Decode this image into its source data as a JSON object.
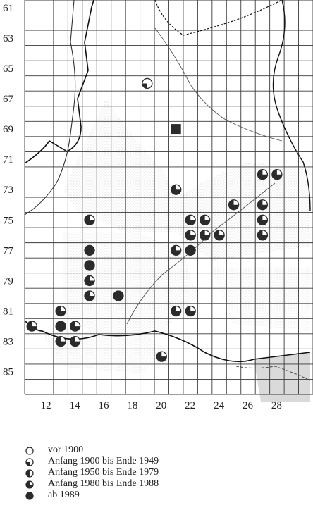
{
  "map": {
    "row_labels": [
      "61",
      "63",
      "65",
      "67",
      "69",
      "71",
      "73",
      "75",
      "77",
      "79",
      "81",
      "83",
      "85"
    ],
    "col_labels": [
      "12",
      "14",
      "16",
      "18",
      "20",
      "22",
      "24",
      "26",
      "28"
    ],
    "colors": {
      "grid": "#3a3a3a",
      "border": "#111111",
      "river": "#555555",
      "dot": "#2b2b2b",
      "stipple": "#c8c8c8"
    },
    "records": [
      {
        "col": 19,
        "row": 65,
        "period": "1900-1949"
      },
      {
        "col": 21,
        "row": 68,
        "period": "square"
      },
      {
        "col": 27,
        "row": 71,
        "period": "1980-1988"
      },
      {
        "col": 28,
        "row": 71,
        "period": "1980-1988"
      },
      {
        "col": 21,
        "row": 72,
        "period": "1980-1988"
      },
      {
        "col": 22,
        "row": 74,
        "period": "1980-1988"
      },
      {
        "col": 23,
        "row": 74,
        "period": "1980-1988"
      },
      {
        "col": 25,
        "row": 73,
        "period": "1980-1988"
      },
      {
        "col": 27,
        "row": 73,
        "period": "1980-1988"
      },
      {
        "col": 27,
        "row": 74,
        "period": "1980-1988"
      },
      {
        "col": 22,
        "row": 75,
        "period": "1980-1988"
      },
      {
        "col": 23,
        "row": 75,
        "period": "1980-1988"
      },
      {
        "col": 24,
        "row": 75,
        "period": "1980-1988"
      },
      {
        "col": 27,
        "row": 75,
        "period": "1980-1988"
      },
      {
        "col": 15,
        "row": 74,
        "period": "1980-1988"
      },
      {
        "col": 21,
        "row": 76,
        "period": "1980-1988"
      },
      {
        "col": 22,
        "row": 76,
        "period": "ab1989"
      },
      {
        "col": 15,
        "row": 76,
        "period": "ab1989"
      },
      {
        "col": 15,
        "row": 77,
        "period": "ab1989"
      },
      {
        "col": 15,
        "row": 78,
        "period": "1980-1988"
      },
      {
        "col": 15,
        "row": 79,
        "period": "1980-1988"
      },
      {
        "col": 17,
        "row": 79,
        "period": "ab1989"
      },
      {
        "col": 21,
        "row": 80,
        "period": "1980-1988"
      },
      {
        "col": 22,
        "row": 80,
        "period": "1980-1988"
      },
      {
        "col": 13,
        "row": 80,
        "period": "1980-1988"
      },
      {
        "col": 13,
        "row": 81,
        "period": "ab1989"
      },
      {
        "col": 14,
        "row": 81,
        "period": "1980-1988"
      },
      {
        "col": 11,
        "row": 81,
        "period": "1980-1988"
      },
      {
        "col": 13,
        "row": 82,
        "period": "1980-1988"
      },
      {
        "col": 14,
        "row": 82,
        "period": "1980-1988"
      },
      {
        "col": 20,
        "row": 83,
        "period": "1980-1988"
      }
    ]
  },
  "legend": [
    {
      "symbol": "open",
      "text": "vor 1900"
    },
    {
      "symbol": "quarter",
      "text": "Anfang 1900 bis Ende 1949"
    },
    {
      "symbol": "half",
      "text": "Anfang 1950 bis Ende 1979"
    },
    {
      "symbol": "three-quarter",
      "text": "Anfang 1980 bis Ende 1988"
    },
    {
      "symbol": "full",
      "text": "ab 1989"
    }
  ]
}
